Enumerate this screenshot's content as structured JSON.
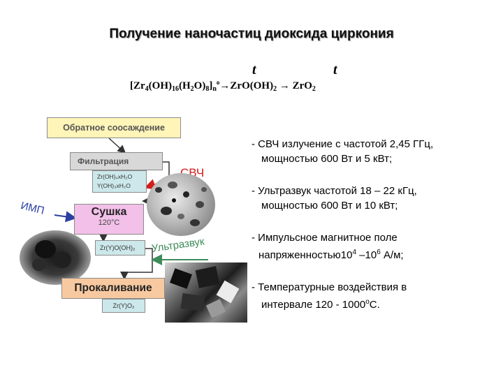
{
  "title": "Получение наночастиц диоксида циркония",
  "reaction": {
    "t1": "t",
    "t2": "t",
    "reactant_base": "[Zr",
    "sub1": "4",
    "part2": "(OH)",
    "sub2": "16",
    "part3": "(H",
    "sub3": "2",
    "part4": "O)",
    "sub4": "8",
    "part5": "]",
    "sub5": "n",
    "sup5": "o",
    "arrow1": "→",
    "intermediate": "ZrO(OH)",
    "sub6": "2",
    "arrow2": "→",
    "product": "ZrO",
    "sub7": "2"
  },
  "diagram": {
    "step1": "Обратное соосаждение",
    "step2": "Фильтрация",
    "hydrate1": "Zr(OH)₄xH₂O",
    "hydrate2": "Y(OH)₃xH₂O",
    "label_svch": "СВЧ",
    "label_imp": "ИМП",
    "step3": "Сушка",
    "step3_temp": "120°C",
    "dried": "Zr(Y)O(OH)₂",
    "label_ultrasound": "Ультразвук",
    "step4": "Прокаливание",
    "final": "Zr(Y)O₂"
  },
  "bullets": [
    {
      "line1": "- СВЧ излучение с частотой 2,45 ГГц,",
      "line2": "мощностью 600 Вт и 5 кВт;"
    },
    {
      "line1": "- Ультразвук частотой 18 – 22 кГц,",
      "line2": "мощностью 600 Вт и 10 кВт;"
    },
    {
      "line1": "- Импульсное магнитное поле",
      "line2_pre": "напряженностью10",
      "line2_sup1": "4",
      "line2_mid": " –10",
      "line2_sup2": "6",
      "line2_post": " А/м;"
    },
    {
      "line1": "- Температурные воздействия в",
      "line2": "интервале 120  - 1000",
      "line2_sup": "o",
      "line2_post": "С."
    }
  ],
  "colors": {
    "step1_fill": "#fff5b8",
    "step2_fill": "#d8d8d8",
    "hydrate_fill": "#cce8ea",
    "step3_fill": "#f2c0e8",
    "dried_fill": "#cce8ea",
    "step4_fill": "#f8c9a0",
    "svch_red": "#d41c1c",
    "imp_blue": "#2a3fa0",
    "ultrasound_green": "#3d8c5a"
  }
}
